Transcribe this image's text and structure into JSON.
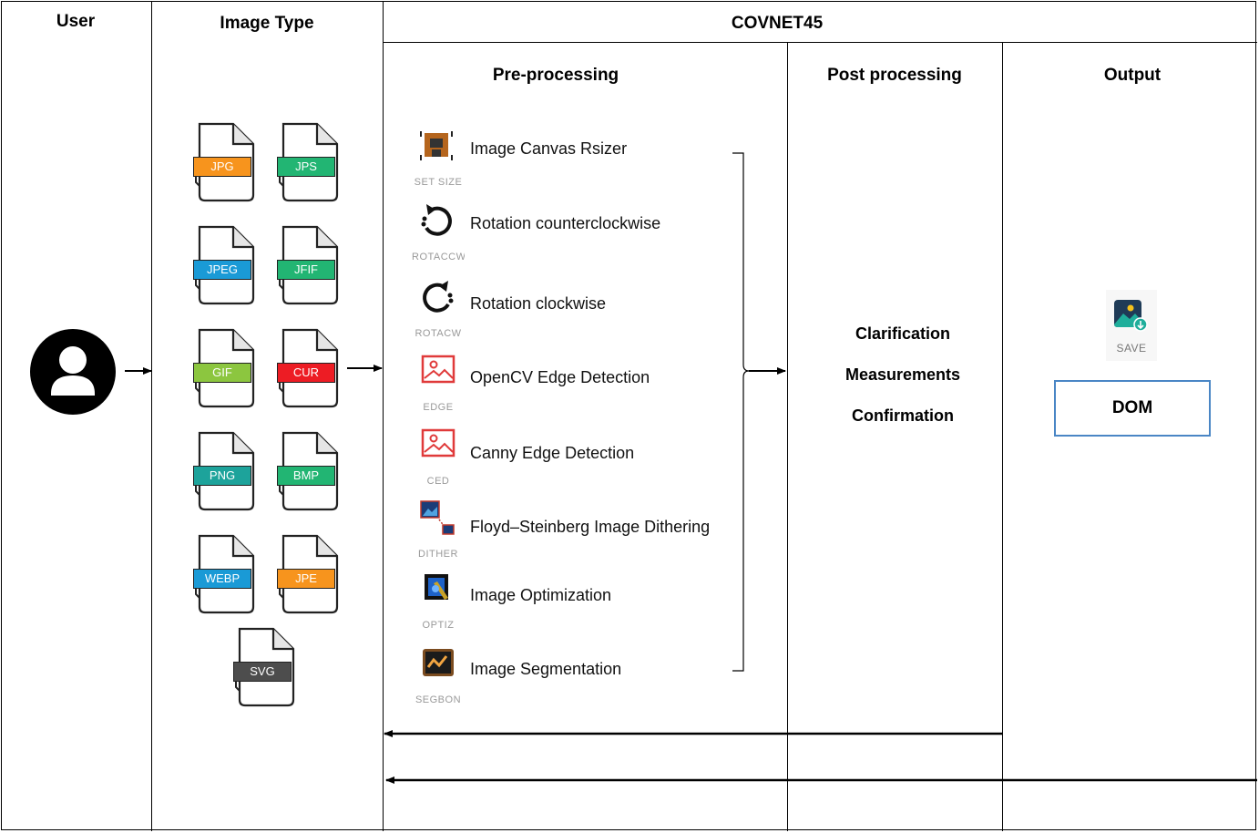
{
  "headers": {
    "user": "User",
    "image_type": "Image Type",
    "covnet": "COVNET45",
    "preprocessing": "Pre-processing",
    "postprocessing": "Post processing",
    "output": "Output"
  },
  "file_types": [
    {
      "label": "JPG",
      "color": "#f7941d"
    },
    {
      "label": "JPS",
      "color": "#22b573"
    },
    {
      "label": "JPEG",
      "color": "#1a9ad6"
    },
    {
      "label": "JFIF",
      "color": "#22b573"
    },
    {
      "label": "GIF",
      "color": "#8cc63f"
    },
    {
      "label": "CUR",
      "color": "#ed1c24"
    },
    {
      "label": "PNG",
      "color": "#1da39b"
    },
    {
      "label": "BMP",
      "color": "#22b573"
    },
    {
      "label": "WEBP",
      "color": "#1a9ad6"
    },
    {
      "label": "JPE",
      "color": "#f7941d"
    },
    {
      "label": "SVG",
      "color": "#4d4d4d"
    }
  ],
  "preprocessing_steps": [
    {
      "caption": "SET SIZE",
      "label": "Image Canvas Rsizer",
      "icon": "resize-icon"
    },
    {
      "caption": "ROTACCW",
      "label": "Rotation counterclockwise",
      "icon": "rotate-ccw-icon"
    },
    {
      "caption": "ROTACW",
      "label": "Rotation clockwise",
      "icon": "rotate-cw-icon"
    },
    {
      "caption": "EDGE",
      "label": "OpenCV Edge Detection",
      "icon": "image-edge-icon"
    },
    {
      "caption": "CED",
      "label": "Canny Edge Detection",
      "icon": "image-edge-icon"
    },
    {
      "caption": "DITHER",
      "label": "Floyd–Steinberg Image Dithering",
      "icon": "dither-icon"
    },
    {
      "caption": "OPTIZ",
      "label": "Image Optimization",
      "icon": "optimize-icon"
    },
    {
      "caption": "SEGBON",
      "label": "Image Segmentation",
      "icon": "segment-icon"
    }
  ],
  "postprocessing": {
    "items": [
      "Clarification",
      "Measurements",
      "Confirmation"
    ]
  },
  "output": {
    "save_caption": "SAVE",
    "dom_label": "DOM"
  },
  "colors": {
    "accent_box": "#4a86c5",
    "caption_gray": "#999999",
    "user_icon": "#000000"
  }
}
